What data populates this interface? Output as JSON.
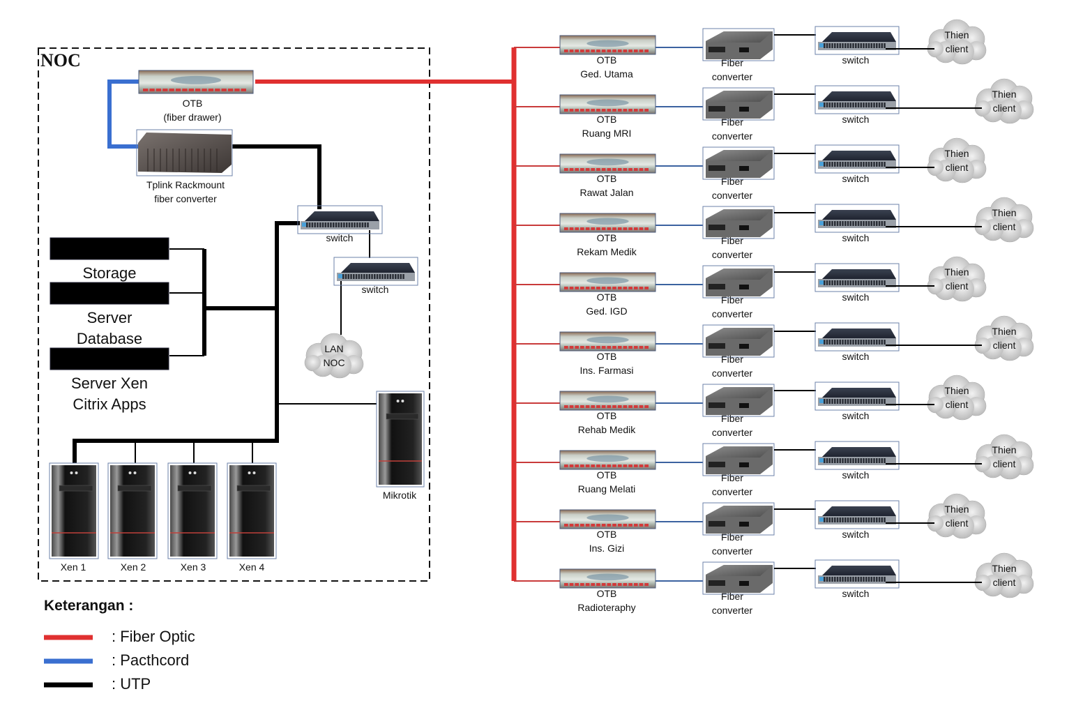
{
  "diagram": {
    "noc": {
      "title": "NOC",
      "otb_label_1": "OTB",
      "otb_label_2": "(fiber drawer)",
      "rackmount_label_1": "Tplink Rackmount",
      "rackmount_label_2": "fiber converter",
      "switch1_label": "switch",
      "switch2_label": "switch",
      "lan_cloud_1": "LAN",
      "lan_cloud_2": "NOC",
      "storage_label": "Storage",
      "server_db_label_1": "Server",
      "server_db_label_2": "Database",
      "server_xen_label_1": "Server Xen",
      "server_xen_label_2": "Citrix Apps",
      "mikrotik_label": "Mikrotik",
      "xen_servers": [
        "Xen 1",
        "Xen 2",
        "Xen 3",
        "Xen 4"
      ]
    },
    "branches": [
      {
        "otb": "OTB",
        "location": "Ged. Utama",
        "converter_1": "Fiber",
        "converter_2": "converter",
        "switch": "switch",
        "client_1": "Thien",
        "client_2": "client",
        "client_far": false
      },
      {
        "otb": "OTB",
        "location": "Ruang MRI",
        "converter_1": "Fiber",
        "converter_2": "converter",
        "switch": "switch",
        "client_1": "Thien",
        "client_2": "client",
        "client_far": true
      },
      {
        "otb": "OTB",
        "location": "Rawat Jalan",
        "converter_1": "Fiber",
        "converter_2": "converter",
        "switch": "switch",
        "client_1": "Thien",
        "client_2": "client",
        "client_far": false
      },
      {
        "otb": "OTB",
        "location": "Rekam Medik",
        "converter_1": "Fiber",
        "converter_2": "converter",
        "switch": "switch",
        "client_1": "Thien",
        "client_2": "client",
        "client_far": true
      },
      {
        "otb": "OTB",
        "location": "Ged. IGD",
        "converter_1": "Fiber",
        "converter_2": "converter",
        "switch": "switch",
        "client_1": "Thien",
        "client_2": "client",
        "client_far": false
      },
      {
        "otb": "OTB",
        "location": "Ins. Farmasi",
        "converter_1": "Fiber",
        "converter_2": "converter",
        "switch": "switch",
        "client_1": "Thien",
        "client_2": "client",
        "client_far": true
      },
      {
        "otb": "OTB",
        "location": "Rehab Medik",
        "converter_1": "Fiber",
        "converter_2": "converter",
        "switch": "switch",
        "client_1": "Thien",
        "client_2": "client",
        "client_far": false
      },
      {
        "otb": "OTB",
        "location": "Ruang Melati",
        "converter_1": "Fiber",
        "converter_2": "converter",
        "switch": "switch",
        "client_1": "Thien",
        "client_2": "client",
        "client_far": true
      },
      {
        "otb": "OTB",
        "location": "Ins. Gizi",
        "converter_1": "Fiber",
        "converter_2": "converter",
        "switch": "switch",
        "client_1": "Thien",
        "client_2": "client",
        "client_far": false
      },
      {
        "otb": "OTB",
        "location": "Radioteraphy",
        "converter_1": "Fiber",
        "converter_2": "converter",
        "switch": "switch",
        "client_1": "Thien",
        "client_2": "client",
        "client_far": true
      }
    ],
    "legend": {
      "title": "Keterangan :",
      "items": [
        {
          "label": ": Fiber Optic",
          "color": "#e03030",
          "meaning": "fiber-optic"
        },
        {
          "label": ": Pacthcord",
          "color": "#3a6fd0",
          "meaning": "patchcord"
        },
        {
          "label": ": UTP",
          "color": "#000000",
          "meaning": "utp"
        }
      ]
    },
    "colors": {
      "fiber": "#e03030",
      "fiber_branch": "#c93a3a",
      "patchcord": "#3a6fd0",
      "patchcord_thin": "#3b62a0",
      "utp": "#000000",
      "frame": "#6b80a8"
    }
  }
}
